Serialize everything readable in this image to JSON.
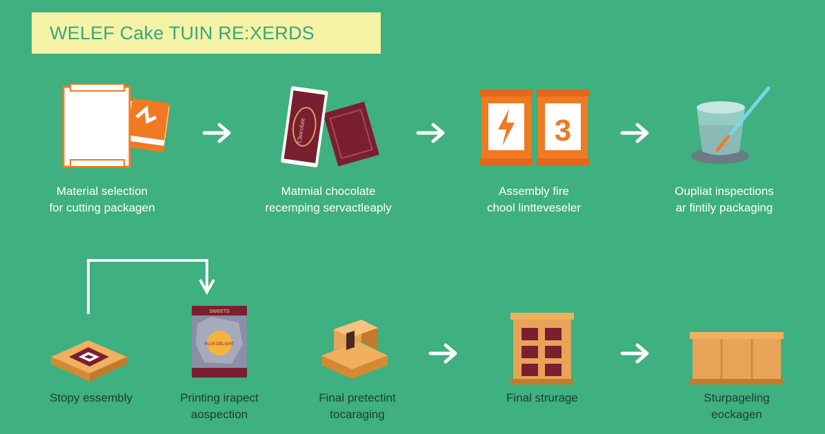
{
  "title": "WELEF Cake TUIN RE:XERDS",
  "row1": [
    {
      "line1": "Material selection",
      "line2": "for cutting packagen"
    },
    {
      "line1": "Matmial chocolate",
      "line2": "recemping servactleaply"
    },
    {
      "line1": "Assembly fire",
      "line2": "chool lintteveseler"
    },
    {
      "line1": "Oupliat inspections",
      "line2": "ar fintily packaging"
    }
  ],
  "row2": [
    {
      "line1": "Stopy essembly",
      "line2": ""
    },
    {
      "line1": "Printing irapect",
      "line2": "aospection"
    },
    {
      "line1": "Final pretectint",
      "line2": "tocaraging"
    },
    {
      "line1": "Final strurage",
      "line2": ""
    },
    {
      "line1": "Sturpageling",
      "line2": "eockagen"
    }
  ],
  "icon_text": {
    "flame_card": "⚡",
    "number_card": "3",
    "bar_wrapper": "Chocolate",
    "pouch_top": "SWEETS",
    "pouch_center": "PLUS DELIGHT"
  },
  "colors": {
    "background": "#3fb07f",
    "title_bg": "#f6f2a6",
    "orange": "#f07a22",
    "maroon": "#7a1f2f",
    "wood": "#e7a458",
    "white": "#ffffff"
  }
}
